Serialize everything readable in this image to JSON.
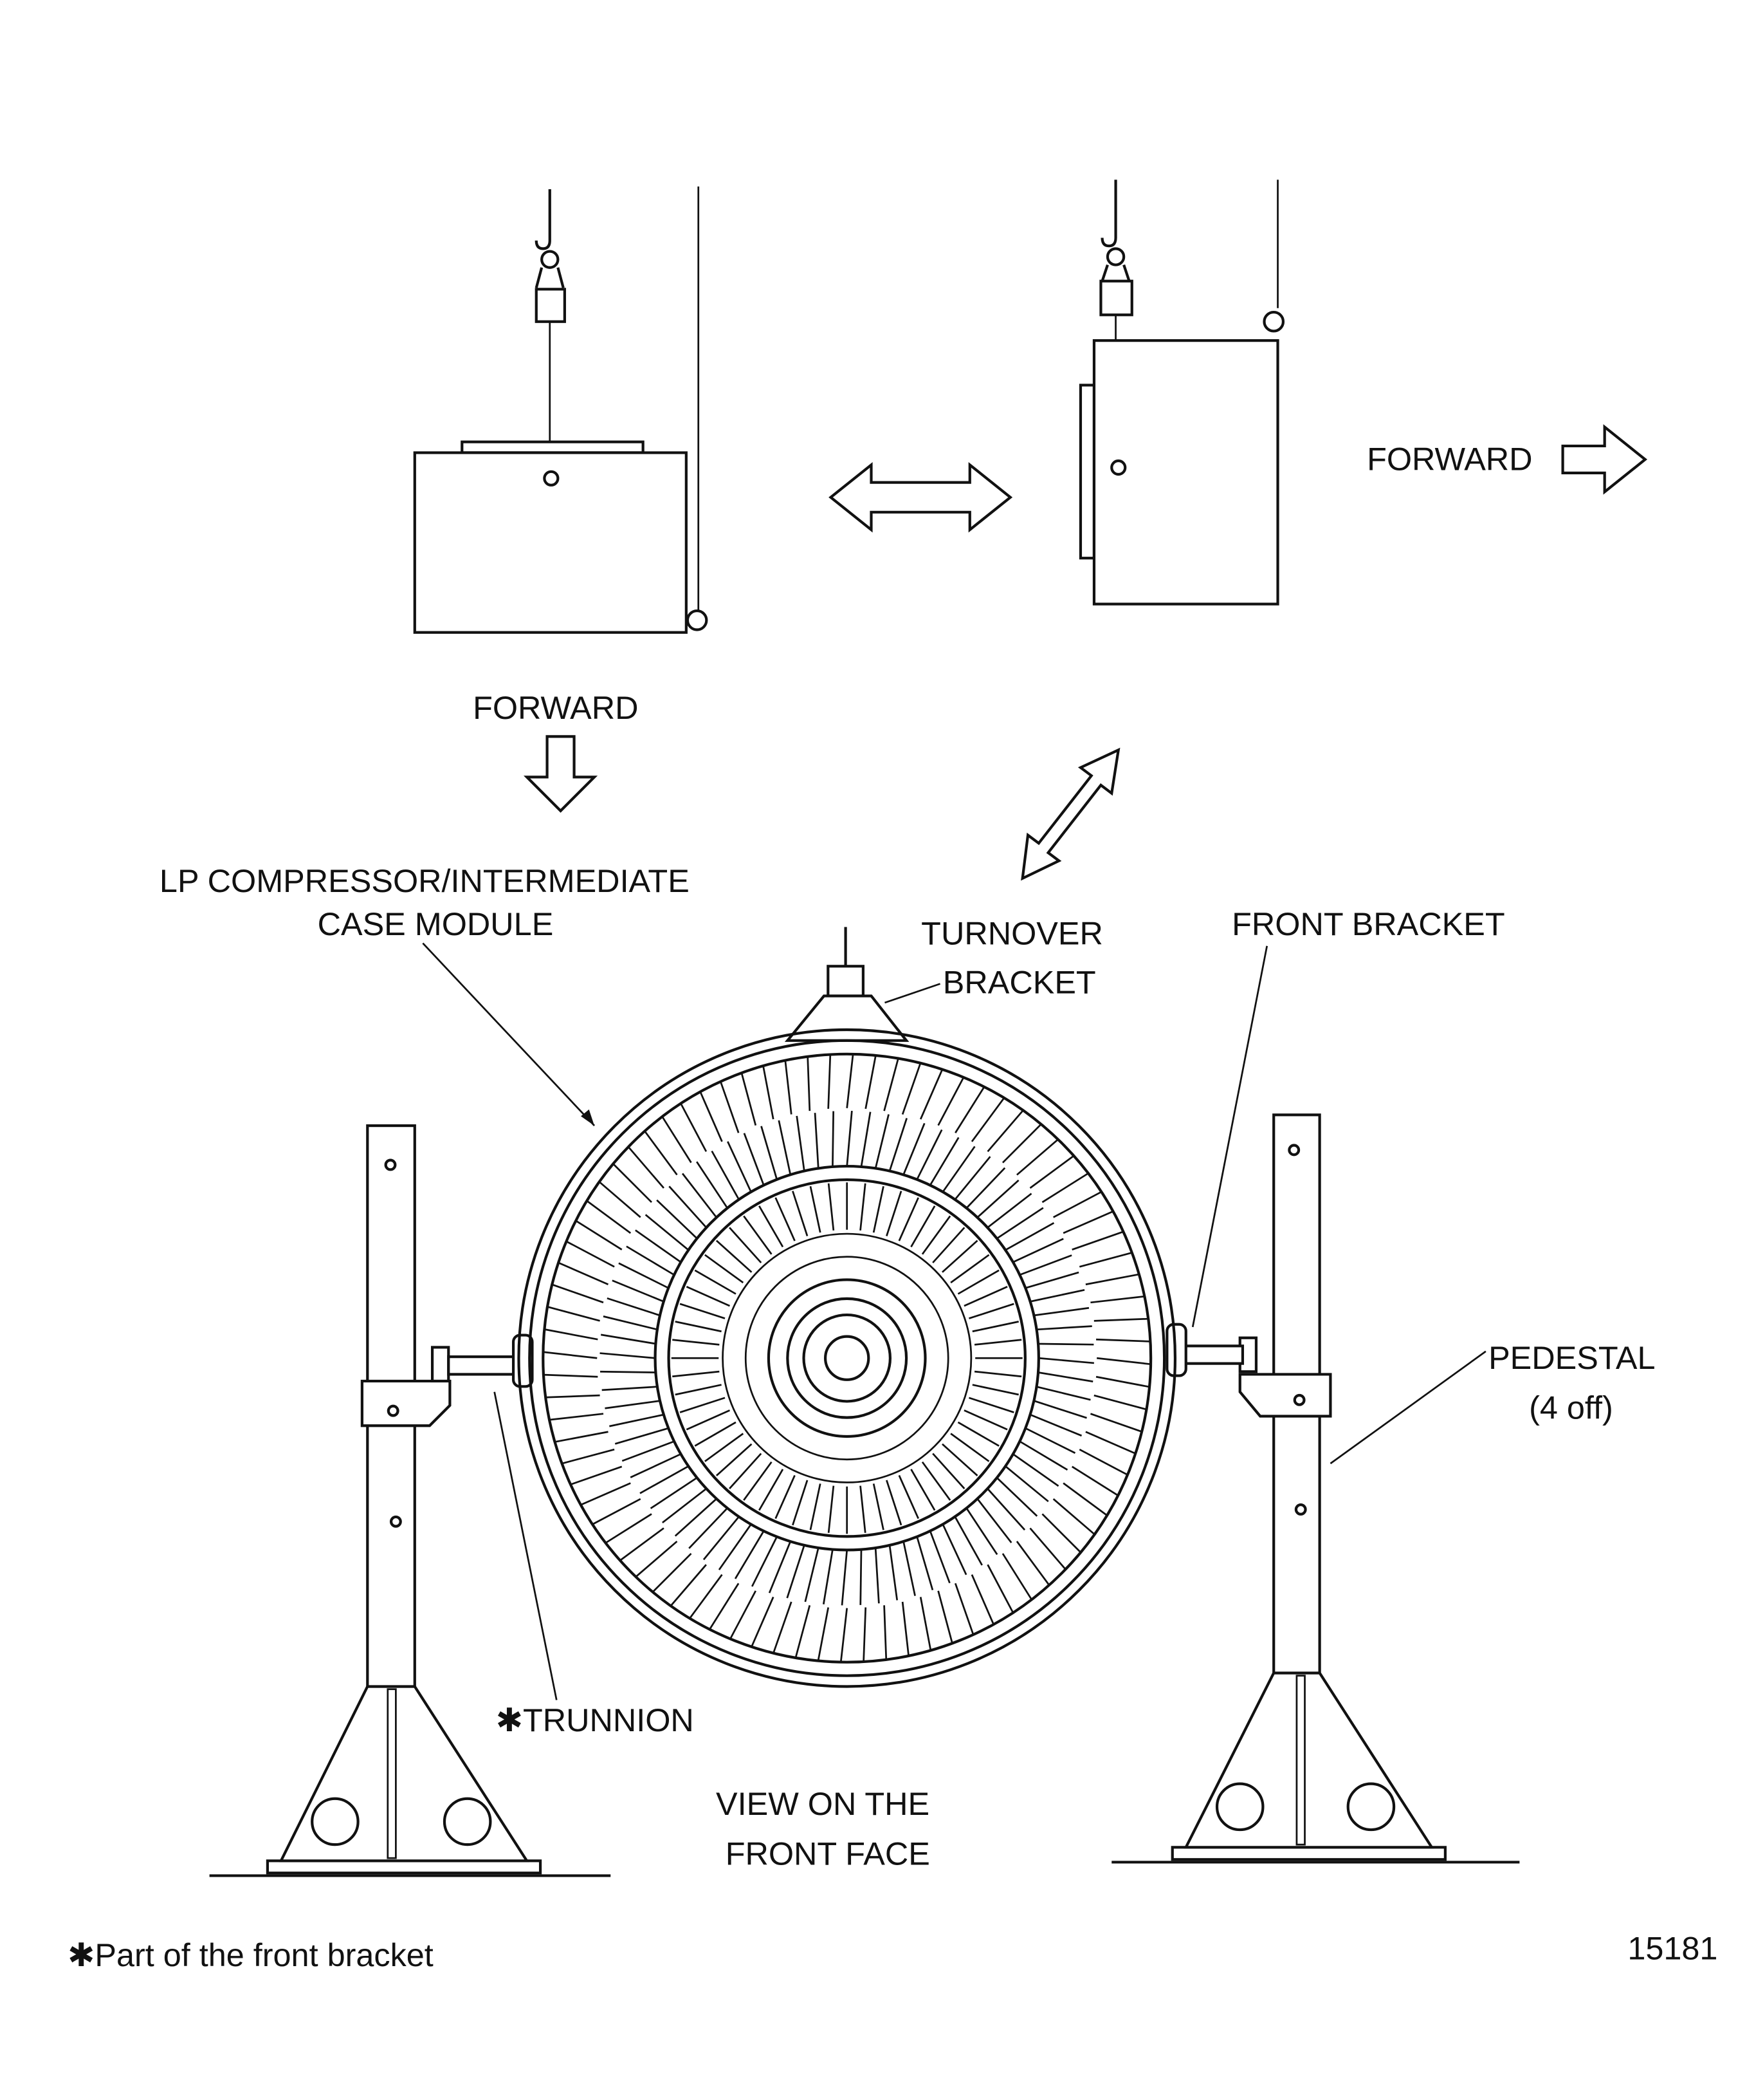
{
  "labels": {
    "forward_top_right": "FORWARD",
    "forward_top_left": "FORWARD",
    "module_line1": "LP COMPRESSOR/INTERMEDIATE",
    "module_line2": "CASE MODULE",
    "turnover_line1": "TURNOVER",
    "turnover_line2": "BRACKET",
    "front_bracket": "FRONT BRACKET",
    "pedestal_line1": "PEDESTAL",
    "pedestal_line2": "(4 off)",
    "trunnion": "✱TRUNNION",
    "view_line1": "VIEW ON THE",
    "view_line2": "FRONT FACE",
    "footnote": "✱Part of the front bracket",
    "figure_number": "15181"
  },
  "blade_counts": {
    "outer_ring": 84,
    "inner_ring": 60
  }
}
